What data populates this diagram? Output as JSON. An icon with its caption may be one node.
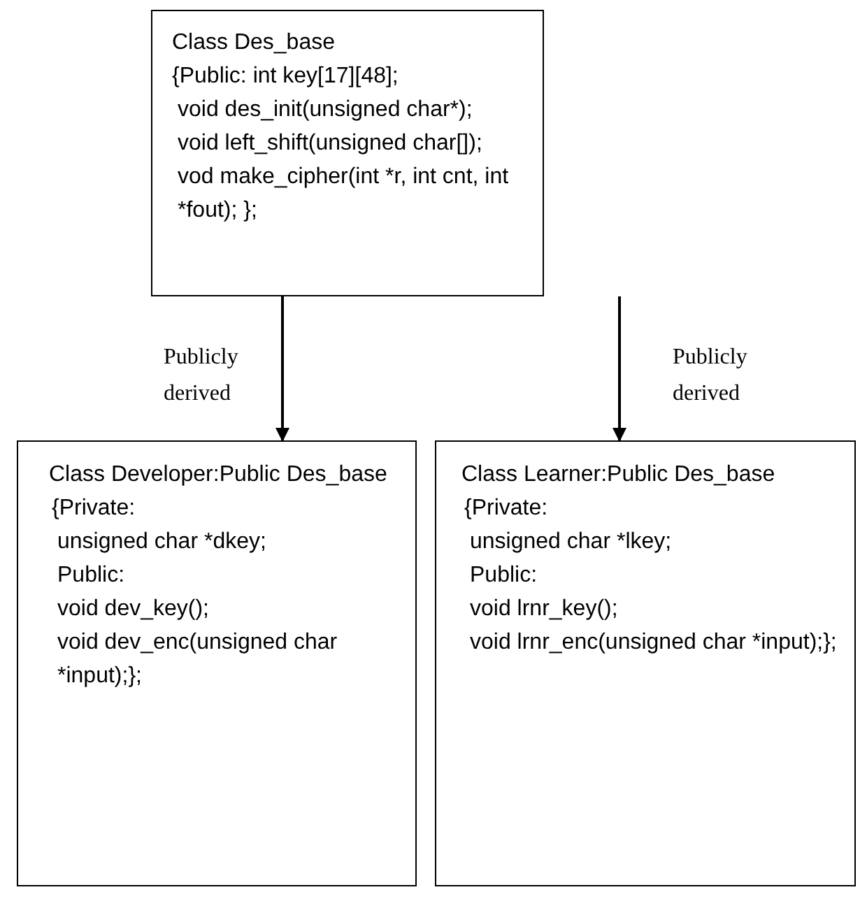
{
  "diagram": {
    "nodes": [
      {
        "text": [
          "Class Des_base",
          "{Public:  int key[17][48];",
          "void des_init(unsigned char*);",
          "void left_shift(unsigned char[]);",
          "vod make_cipher(int *r, int cnt, int *fout); };"
        ]
      },
      {
        "text": [
          "Class Developer:Public Des_base",
          "{Private:",
          "unsigned char *dkey;",
          "Public:",
          "void dev_key();",
          "void dev_enc(unsigned char *input);};"
        ]
      },
      {
        "text": [
          "Class Learner:Public Des_base",
          "{Private:",
          "unsigned char *lkey;",
          "Public:",
          "void lrnr_key();",
          "void lrnr_enc(unsigned char *input);};"
        ]
      }
    ],
    "edges": [
      {
        "from": 0,
        "to": 1,
        "arrow": "to",
        "label": "Publicly derived"
      },
      {
        "from": 0,
        "to": 2,
        "arrow": "to",
        "label": "Publicly derived"
      }
    ]
  }
}
